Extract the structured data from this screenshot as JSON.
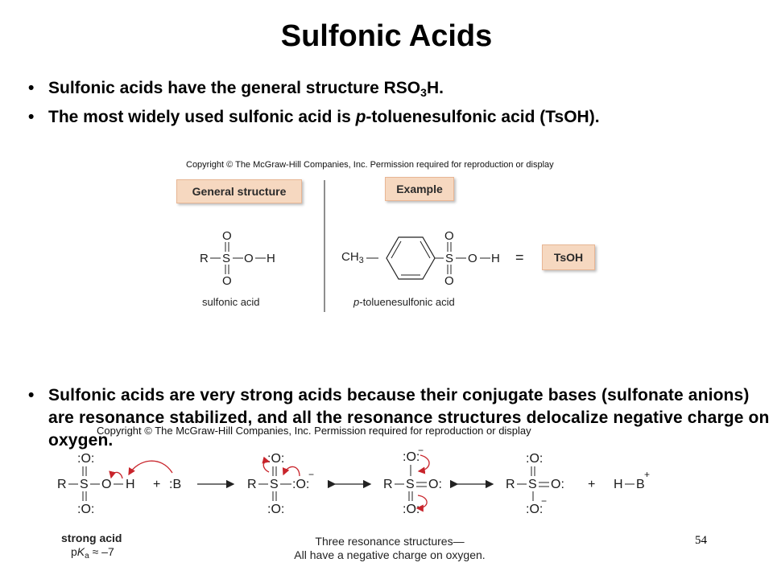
{
  "slide": {
    "title": "Sulfonic Acids",
    "page_number": "54"
  },
  "bullets": {
    "b1_text": "Sulfonic acids have the general structure RSO",
    "b1_sub": "3",
    "b1_end": "H.",
    "b2_pre": "The most widely used sulfonic acid is ",
    "b2_italic": "p",
    "b2_post": "-toluenesulfonic acid (TsOH).",
    "b3_text": "Sulfonic acids are very strong acids because their conjugate bases (sulfonate anions) are resonance stabilized, and all the resonance structures delocalize negative charge on oxygen."
  },
  "figure1": {
    "copyright": "Copyright © The McGraw-Hill Companies, Inc. Permission required for reproduction or display",
    "general_tag": "General structure",
    "example_tag": "Example",
    "tsoh_tag": "TsOH",
    "sulfonic_caption": "sulfonic acid",
    "ptol_italic": "p",
    "ptol_caption": "-toluenesulfonic acid",
    "ch3": "CH",
    "ch3_sub": "3",
    "equals": "="
  },
  "figure2": {
    "copyright": "Copyright © The McGraw-Hill Companies, Inc. Permission required for reproduction or display",
    "strong_acid": "strong acid",
    "pka_prefix": "p",
    "pka_k": "K",
    "pka_sub": "a",
    "pka_value": " ≈ –7",
    "resonance_line1": "Three resonance structures—",
    "resonance_line2": "All have a negative charge on oxygen."
  },
  "colors": {
    "tag_fill": "#f6d8c0",
    "arrow_red": "#c8242b"
  }
}
